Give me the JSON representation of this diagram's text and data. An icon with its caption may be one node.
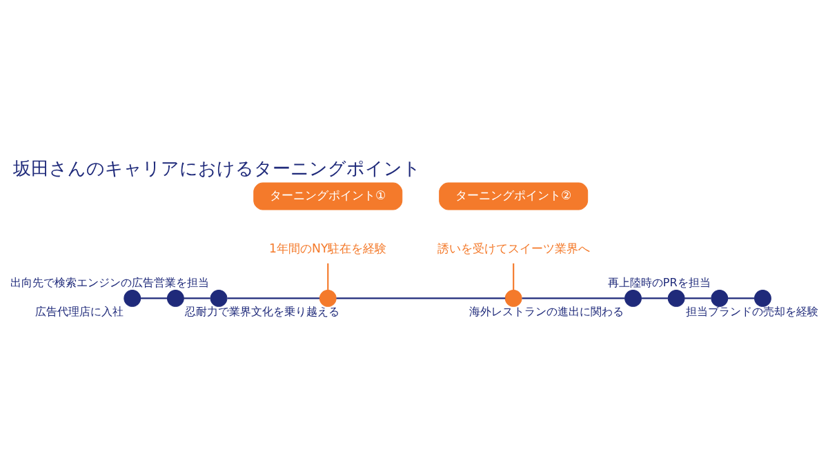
{
  "diagram": {
    "title": "坂田さんのキャリアにおけるターニングポイント",
    "nodes": [
      {
        "text": [
          "ターニングポイント①"
        ]
      },
      {
        "text": [
          "ターニングポイント②"
        ]
      },
      {
        "text": [
          "1年間のNY駐在を経験"
        ]
      },
      {
        "text": [
          "誘いを受けてスイーツ業界へ"
        ]
      },
      {
        "text": [],
        "shape": "circle",
        "beside": [
          "広告代理店に入社"
        ]
      },
      {
        "text": [],
        "shape": "circle",
        "beside": [
          "忍耐力で業界文化を乗り越える"
        ]
      },
      {
        "text": [],
        "shape": "circle",
        "beside": [
          "出向先で検索エンジンの広告営業を担当"
        ]
      },
      {
        "text": [],
        "shape": "circle"
      },
      {
        "text": [],
        "shape": "circle"
      },
      {
        "text": [],
        "shape": "circle",
        "beside": [
          "海外レストランの進出に関わる"
        ]
      },
      {
        "text": [],
        "shape": "circle",
        "beside": [
          "担当ブランドの売却を経験"
        ]
      },
      {
        "text": [],
        "shape": "circle",
        "beside": [
          "再上陸時のPRを担当"
        ]
      },
      {
        "text": [],
        "shape": "circle"
      }
    ],
    "edges": [
      {
        "from": 4,
        "to": 5,
        "arrow": "none"
      },
      {
        "from": 5,
        "to": 6,
        "arrow": "none"
      },
      {
        "from": 6,
        "to": 7,
        "arrow": "none"
      },
      {
        "from": 7,
        "to": 8,
        "arrow": "none"
      },
      {
        "from": 8,
        "to": 9,
        "arrow": "none"
      },
      {
        "from": 9,
        "to": 10,
        "arrow": "none"
      },
      {
        "from": 10,
        "to": 11,
        "arrow": "none"
      },
      {
        "from": 11,
        "to": 12,
        "arrow": "none"
      },
      {
        "from": 2,
        "to": 7,
        "arrow": "none",
        "color": "#f47a2b"
      },
      {
        "from": 3,
        "to": 8,
        "arrow": "none",
        "color": "#f47a2b"
      }
    ]
  }
}
